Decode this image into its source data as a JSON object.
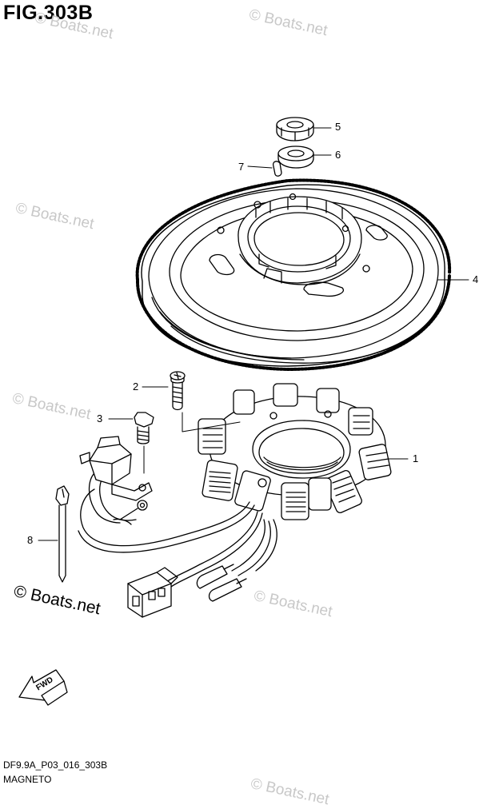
{
  "figure": {
    "title": "FIG.303B",
    "code": "DF9.9A_P03_016_303B",
    "caption": "MAGNETO"
  },
  "callouts": [
    "1",
    "2",
    "3",
    "4",
    "5",
    "6",
    "7",
    "8"
  ],
  "watermark": {
    "text": "© Boats.net",
    "dark_text": "© Boats.net"
  },
  "fwd_label": "FWD"
}
